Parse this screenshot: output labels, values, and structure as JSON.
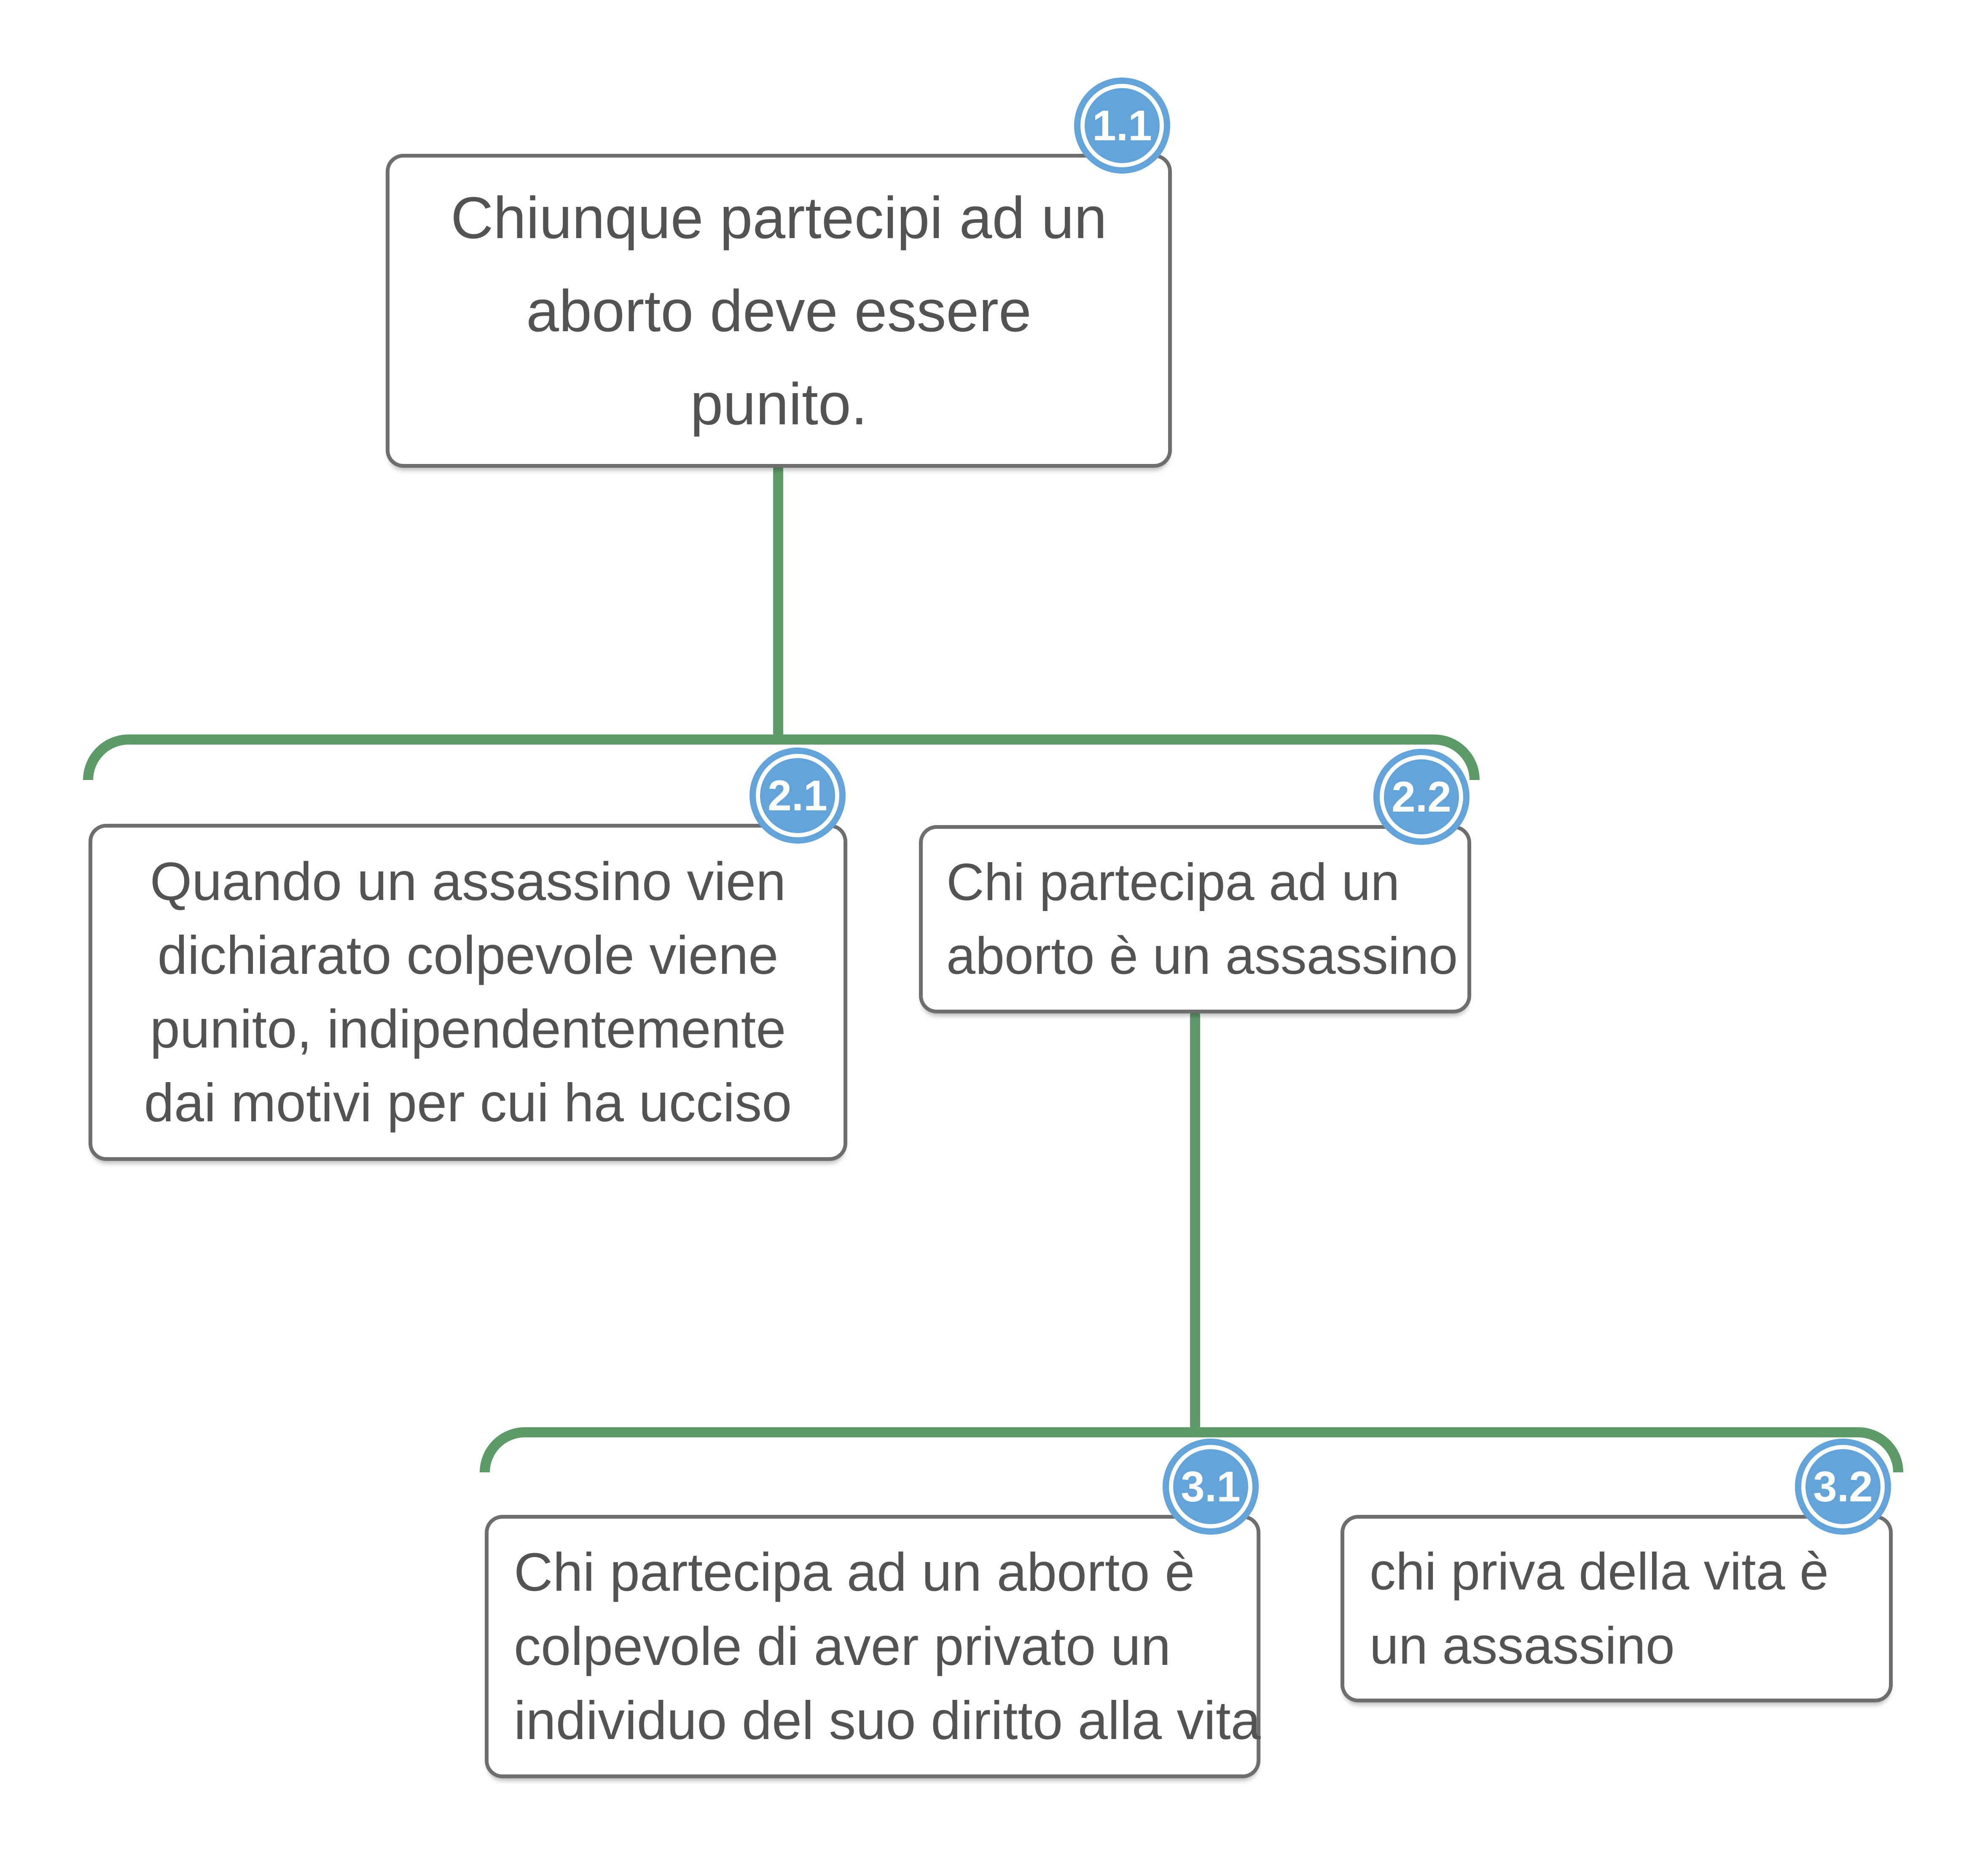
{
  "diagram": {
    "type": "argument-map-tree",
    "colors": {
      "background": "#ffffff",
      "connector_green": "#5C9A68",
      "badge_blue": "#62A4D9",
      "badge_text": "#ffffff",
      "node_border_gray": "#6E6E6E",
      "node_text": "#535353"
    },
    "nodes": {
      "n11": {
        "badge": "1.1",
        "line1": "Chiunque partecipi ad un",
        "line2": "aborto deve essere",
        "line3": "punito."
      },
      "n21": {
        "badge": "2.1",
        "line1": "Quando un assassino vien",
        "line2": "dichiarato colpevole viene",
        "line3": "punito, indipendentemente",
        "line4": "dai motivi per cui ha ucciso"
      },
      "n22": {
        "badge": "2.2",
        "line1": "Chi partecipa ad un",
        "line2": "aborto è un assassino"
      },
      "n31": {
        "badge": "3.1",
        "line1": "Chi partecipa ad un aborto è",
        "line2": "colpevole di aver privato un",
        "line3": "individuo del suo diritto alla vita"
      },
      "n32": {
        "badge": "3.2",
        "line1": "chi priva della vita è",
        "line2": "un assassino"
      }
    },
    "edges": [
      {
        "from": "1.1",
        "to_group": [
          "2.1",
          "2.2"
        ]
      },
      {
        "from": "2.2",
        "to_group": [
          "3.1",
          "3.2"
        ]
      }
    ]
  }
}
